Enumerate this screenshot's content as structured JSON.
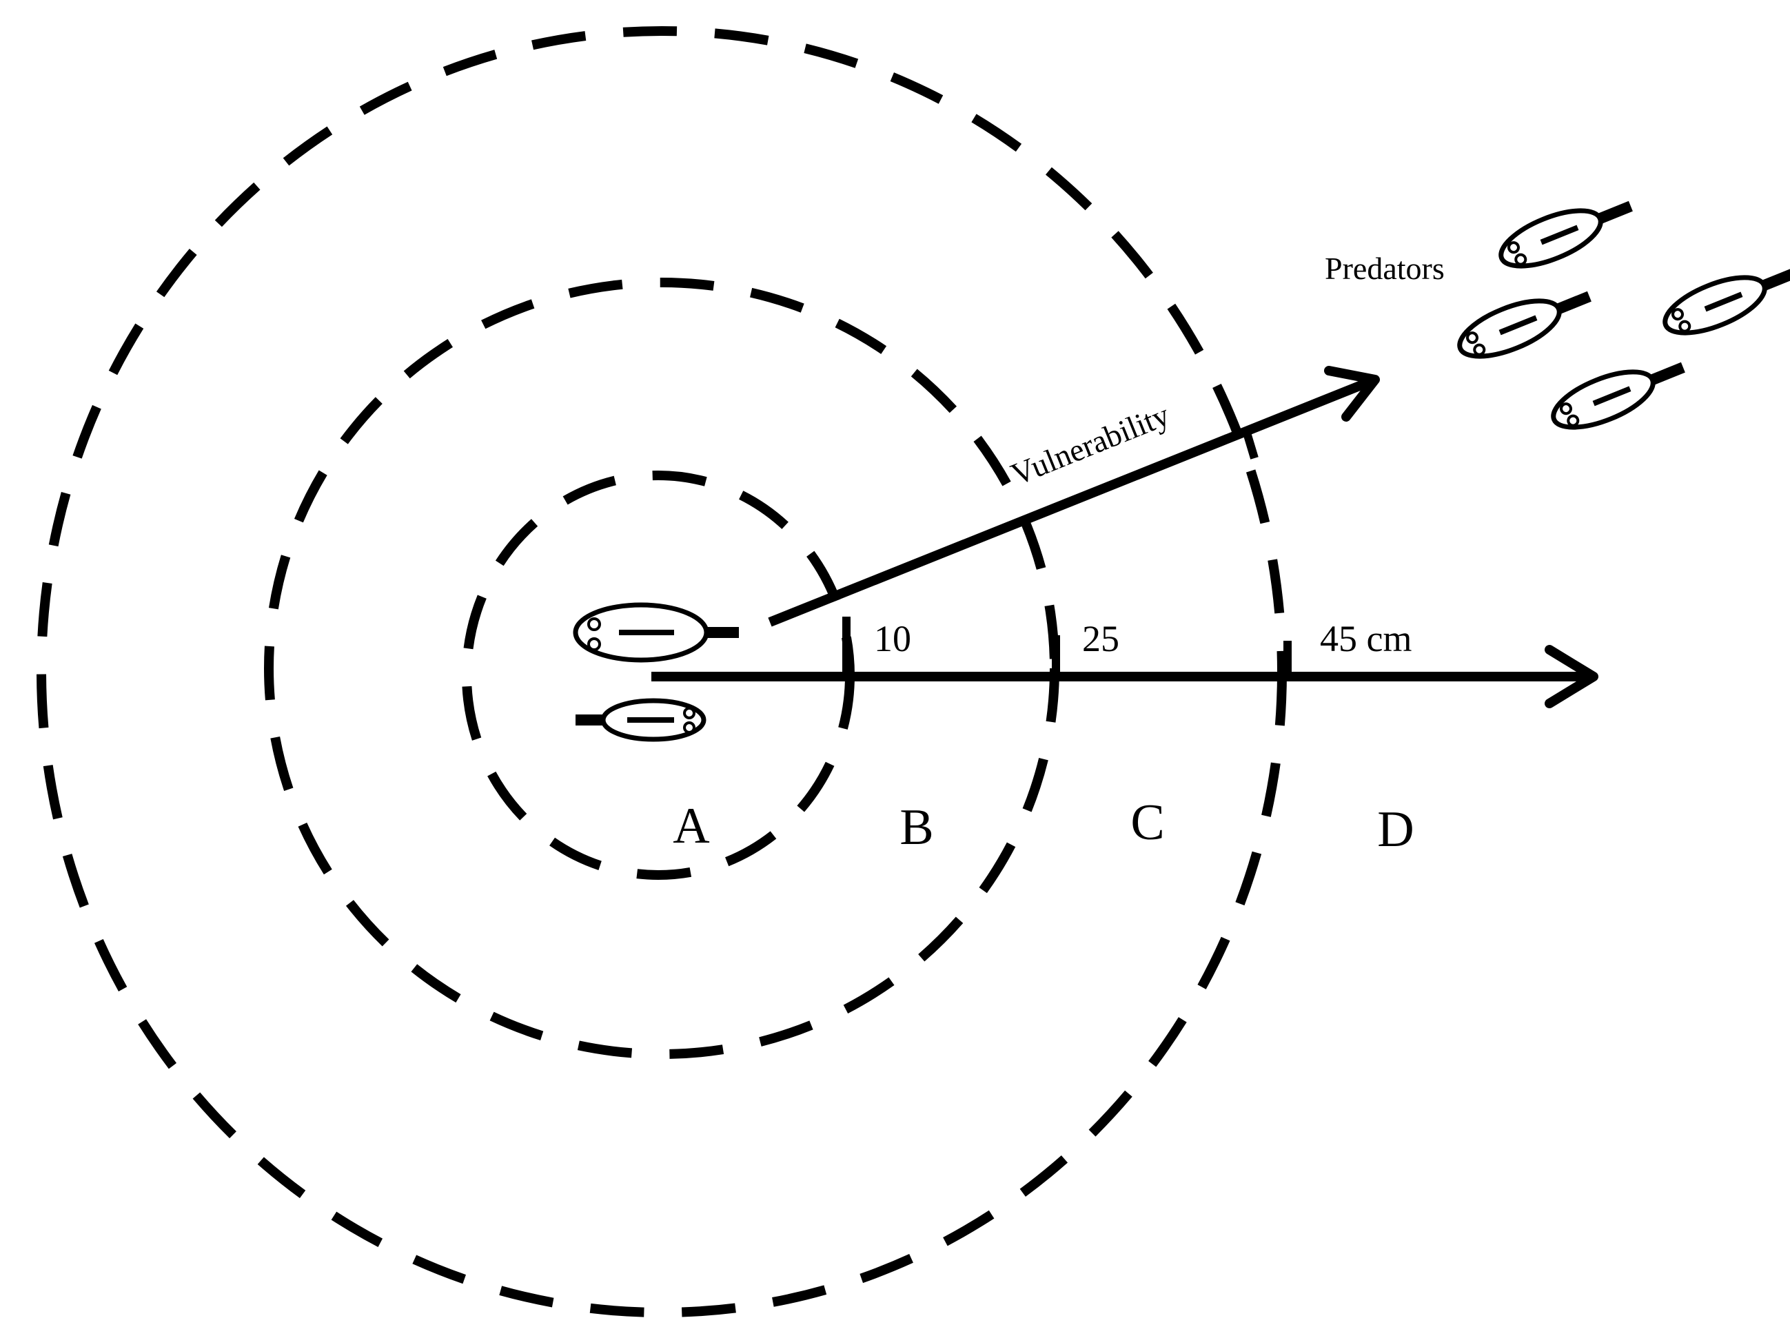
{
  "diagram": {
    "predators_label": "Predators",
    "axis_label": "Vulnerability",
    "distance_marks": [
      "10",
      "25",
      "45 cm"
    ],
    "zones": [
      "A",
      "B",
      "C",
      "D"
    ],
    "ink_color": "#000000",
    "background_color": "#ffffff"
  }
}
